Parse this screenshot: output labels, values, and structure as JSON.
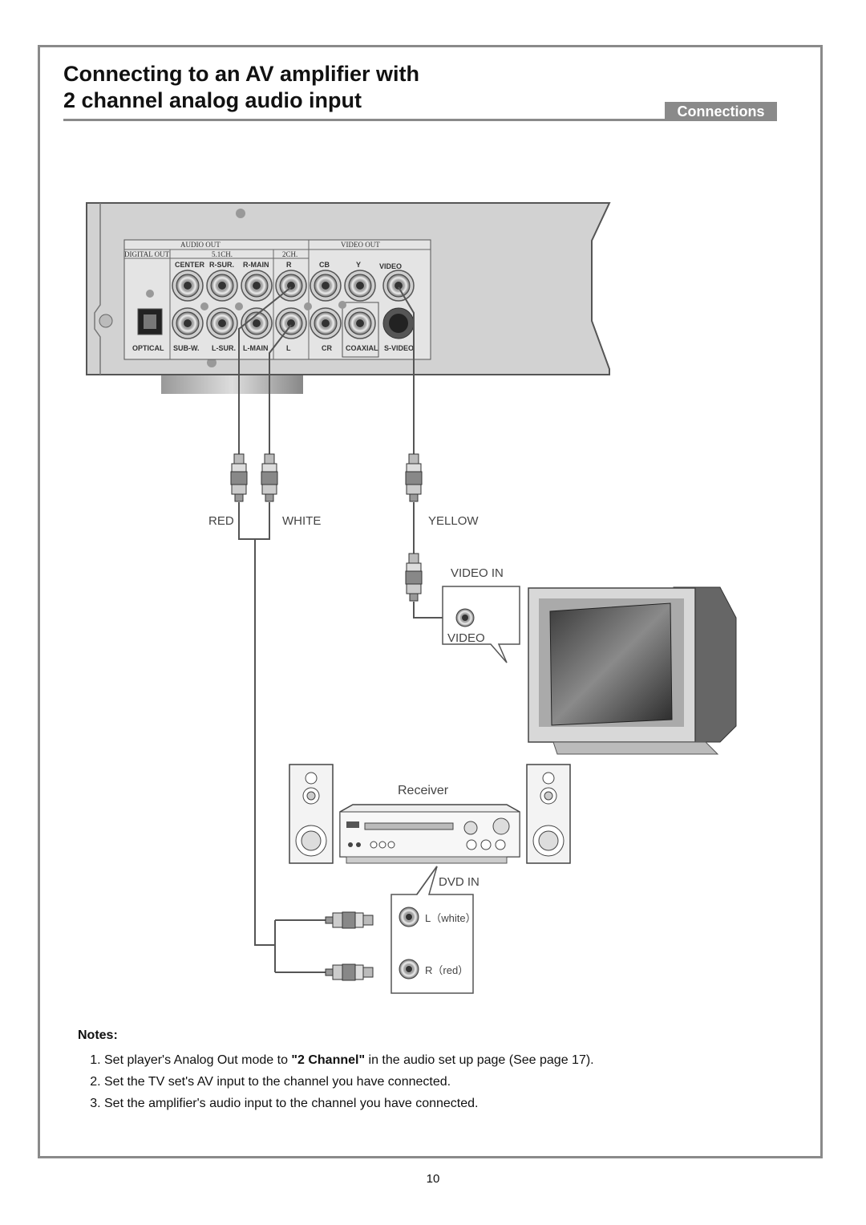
{
  "header": {
    "title_line1": "Connecting to an AV amplifier with",
    "title_line2": "2 channel analog audio input",
    "section_badge": "Connections"
  },
  "player_panel": {
    "group_labels": {
      "digital_out": "DIGITAL OUT",
      "audio_out": "AUDIO OUT",
      "video_out": "VIDEO OUT",
      "ch51": "5.1CH.",
      "ch2": "2CH."
    },
    "top_labels": [
      "CENTER",
      "R-SUR.",
      "R-MAIN",
      "R",
      "CB",
      "Y",
      "VIDEO"
    ],
    "bottom_labels": [
      "OPTICAL",
      "SUB-W.",
      "L-SUR.",
      "L-MAIN",
      "L",
      "CR",
      "COAXIAL",
      "S-VIDEO"
    ]
  },
  "cable_labels": {
    "red": "RED",
    "white": "WHITE",
    "yellow": "YELLOW"
  },
  "tv": {
    "video_in": "VIDEO IN",
    "video": "VIDEO"
  },
  "receiver": {
    "title": "Receiver",
    "dvd_in": "DVD IN",
    "left_jack": "L（white）",
    "right_jack": "R（red）"
  },
  "notes": {
    "title": "Notes:",
    "item1_prefix": "Set player's Analog Out mode to ",
    "item1_bold": "\"2 Channel\"",
    "item1_suffix": " in the audio set up page (See page 17).",
    "item2": "Set the TV set's AV input to the channel you have connected.",
    "item3": "Set the amplifier's audio input to the channel you have connected."
  },
  "page_number": "10"
}
